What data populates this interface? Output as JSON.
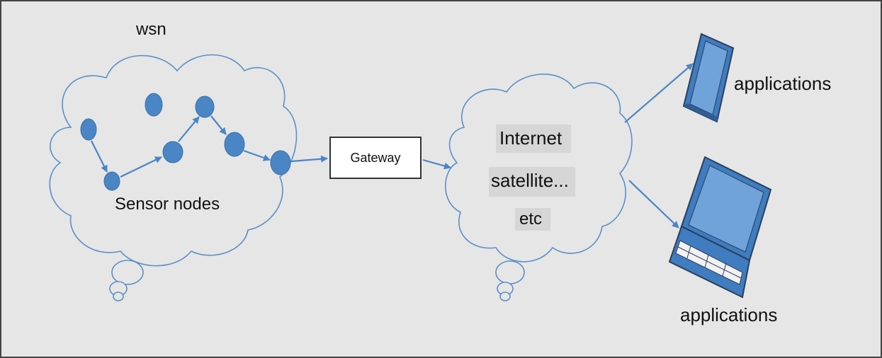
{
  "labels": {
    "wsn": "wsn",
    "sensor_nodes": "Sensor nodes",
    "gateway": "Gateway",
    "internet": "Internet",
    "satellite": "satellite...",
    "etc": "etc",
    "applications_top": "applications",
    "applications_bottom": "applications"
  },
  "colors": {
    "background": "#e6e6e6",
    "border": "#444444",
    "cloud_stroke": "#5b8fc6",
    "node_fill": "#4a86c5",
    "arrow": "#4a86c5",
    "device_fill": "#3f7cc0",
    "device_stroke": "#2b3f5a",
    "text_highlight": "#d6d6d6"
  },
  "icons": {
    "tablet": "tablet-icon",
    "laptop": "laptop-icon"
  }
}
